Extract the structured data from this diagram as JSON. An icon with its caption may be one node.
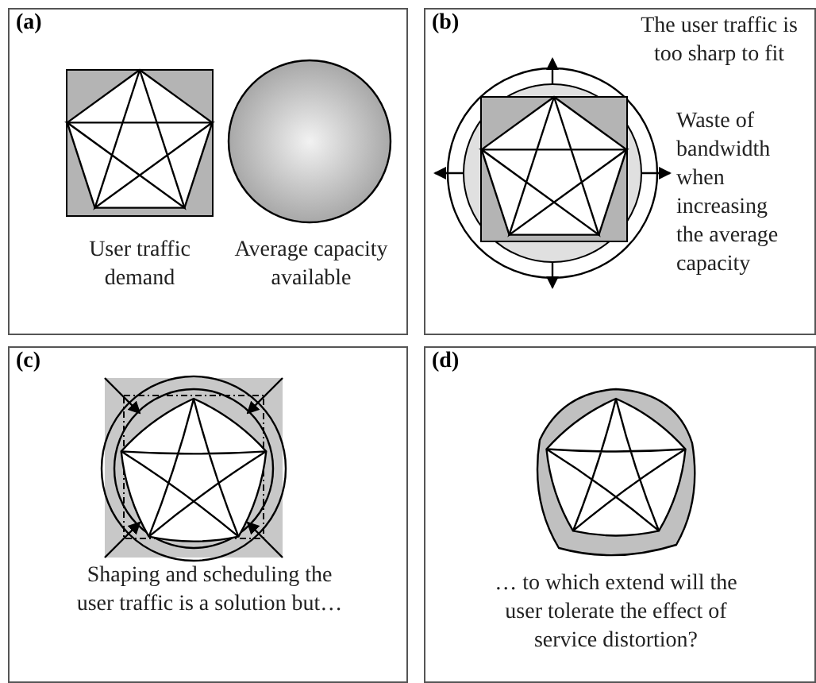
{
  "diagram": {
    "nodes": [
      {
        "text": [
          "(a)"
        ]
      },
      {
        "text": [
          "(b)"
        ]
      },
      {
        "text": [
          "(c)"
        ]
      },
      {
        "text": [
          "(d)"
        ]
      }
    ],
    "labels": [
      "User traffic demand",
      "Average capacity available",
      "The user traffic is too sharp to fit",
      "Waste of bandwidth when increasing the average capacity",
      "Shaping and scheduling the user traffic is a solution but…",
      "… to which extend will the user tolerate the effect of service distortion?"
    ]
  }
}
